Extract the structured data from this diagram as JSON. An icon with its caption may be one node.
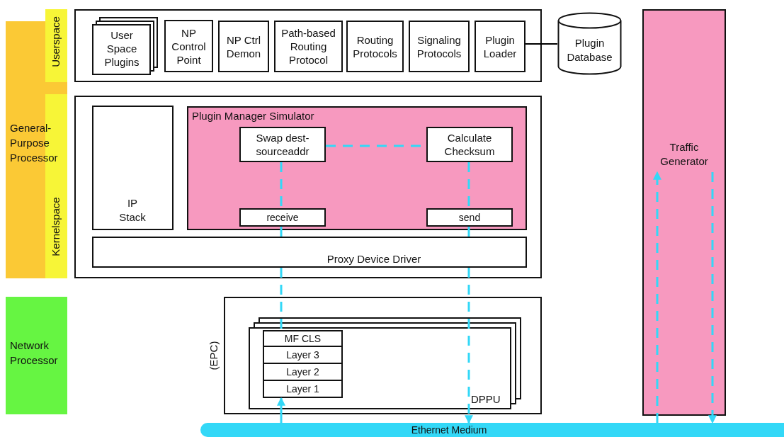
{
  "diagram": {
    "nodes": [
      {
        "text": [
          "General-Purpose Processor"
        ]
      },
      {
        "text": [
          "Userspace"
        ]
      },
      {
        "text": [
          "Kernelspace"
        ],
        "in": 0
      },
      {
        "text": [
          "Network Processor"
        ]
      },
      {
        "text": [],
        "shape": "box"
      },
      {
        "text": [
          "User Space Plugins"
        ],
        "in": 4
      },
      {
        "text": [
          "NP Control Point"
        ],
        "in": 4
      },
      {
        "text": [
          "NP Ctrl Demon"
        ],
        "in": 4
      },
      {
        "text": [
          "Path-based Routing Protocol"
        ],
        "in": 4
      },
      {
        "text": [
          "Routing Protocols"
        ],
        "in": 4
      },
      {
        "text": [
          "Signaling Protocols"
        ],
        "in": 4
      },
      {
        "text": [
          "Plugin Loader"
        ],
        "in": 4
      },
      {
        "text": [
          "Plugin Database"
        ]
      },
      {
        "text": [
          "Traffic Generator"
        ]
      },
      {
        "text": [],
        "shape": "box"
      },
      {
        "text": [
          "IP Stack"
        ],
        "in": 14
      },
      {
        "text": [
          "Plugin Manager Simulator"
        ],
        "in": 14
      },
      {
        "text": [
          "Swap dest-sourceaddr"
        ],
        "in": 16
      },
      {
        "text": [
          "Calculate Checksum"
        ],
        "in": 16
      },
      {
        "text": [
          "receive"
        ],
        "in": 16
      },
      {
        "text": [
          "send"
        ],
        "in": 16
      },
      {
        "text": [
          "Proxy Device Driver"
        ],
        "in": 14
      },
      {
        "text": [
          "(EPC)"
        ]
      },
      {
        "text": [
          "DPPU"
        ],
        "in": 22
      },
      {
        "text": [
          "MF CLS"
        ],
        "in": 23
      },
      {
        "text": [
          "Layer 3"
        ],
        "in": 23
      },
      {
        "text": [
          "Layer 2"
        ],
        "in": 23
      },
      {
        "text": [
          "Layer 1"
        ],
        "in": 23
      },
      {
        "text": [
          "Ethernet Medium"
        ]
      }
    ],
    "edges": [
      {
        "from": 11,
        "to": 12,
        "arrow": "none",
        "color": "#000000"
      },
      {
        "from": 17,
        "to": 18,
        "arrow": "none",
        "style": "dashed"
      },
      {
        "from": 17,
        "to": 19,
        "arrow": "none",
        "style": "dashed"
      },
      {
        "from": 19,
        "to": 21,
        "arrow": "none",
        "style": "dashed"
      },
      {
        "from": 21,
        "to": 24,
        "arrow": "none",
        "style": "dashed"
      },
      {
        "from": 18,
        "to": 20,
        "arrow": "none",
        "style": "dashed"
      },
      {
        "from": 20,
        "to": 21,
        "arrow": "none",
        "style": "dashed"
      },
      {
        "from": 21,
        "to": 28,
        "arrow": "to",
        "style": "dashed"
      },
      {
        "from": 28,
        "to": 27,
        "arrow": "to"
      },
      {
        "from": 28,
        "to": 13,
        "arrow": "to",
        "style": "dashed"
      },
      {
        "from": 13,
        "to": 28,
        "arrow": "to",
        "style": "dashed"
      }
    ]
  }
}
